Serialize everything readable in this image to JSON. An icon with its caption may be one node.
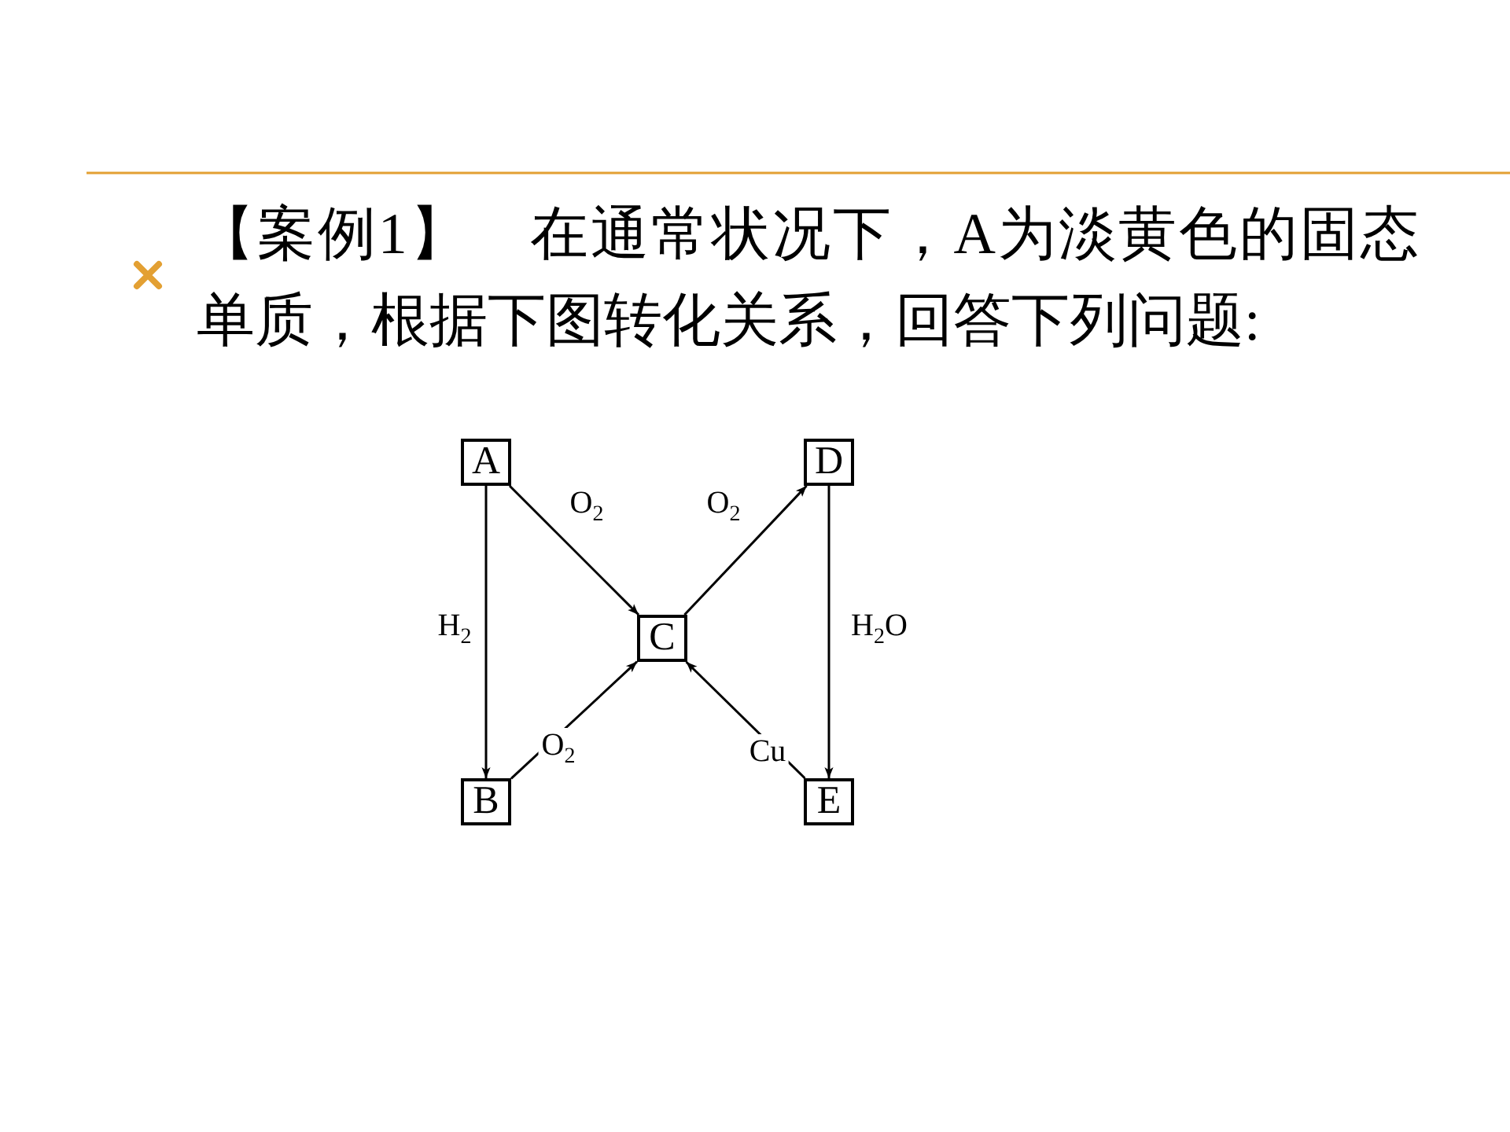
{
  "diagram": {
    "nodes": [
      {
        "text": [
          "A"
        ]
      },
      {
        "text": [
          "B"
        ]
      },
      {
        "text": [
          "C"
        ]
      },
      {
        "text": [
          "D"
        ]
      },
      {
        "text": [
          "E"
        ]
      }
    ],
    "edges": [
      {
        "from": 0,
        "to": 1,
        "arrow": "to",
        "label": "H$_{2}$"
      },
      {
        "from": 0,
        "to": 2,
        "arrow": "to",
        "label": "O$_{2}$"
      },
      {
        "from": 1,
        "to": 2,
        "arrow": "to",
        "label": "O$_{2}$"
      },
      {
        "from": 2,
        "to": 3,
        "arrow": "to",
        "label": "O$_{2}$"
      },
      {
        "from": 3,
        "to": 4,
        "arrow": "to",
        "label": "H$_{2}$O"
      },
      {
        "from": 4,
        "to": 2,
        "arrow": "to",
        "label": "Cu"
      }
    ],
    "labels": [
      "【案例1】　在通常状况下，A为淡黄色的固态单质，根据下图转化关系，回答下列问题:"
    ]
  }
}
